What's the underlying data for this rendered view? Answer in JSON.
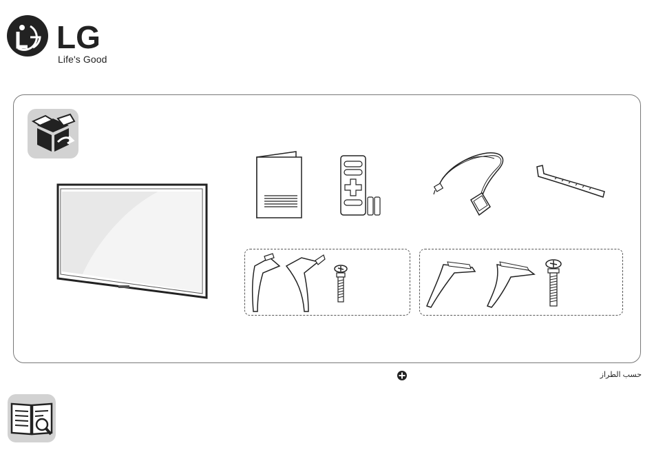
{
  "brand": {
    "wordmark": "LG",
    "tagline": "Life's Good"
  },
  "icons": {
    "box": "open-box-icon",
    "manual": "manual-search-icon",
    "optional": "plus-circle-icon"
  },
  "components": [
    "tv-panel",
    "owners-manual",
    "remote-control-with-batteries",
    "power-cord",
    "cable-holder",
    "stand-legs-type-a",
    "stand-screw-type-a",
    "stand-legs-type-b",
    "stand-screw-type-b"
  ],
  "note": {
    "text": "حسب الطراز"
  },
  "colors": {
    "tile": "#d2d2d2",
    "line": "#555555",
    "logo": "#222222"
  }
}
